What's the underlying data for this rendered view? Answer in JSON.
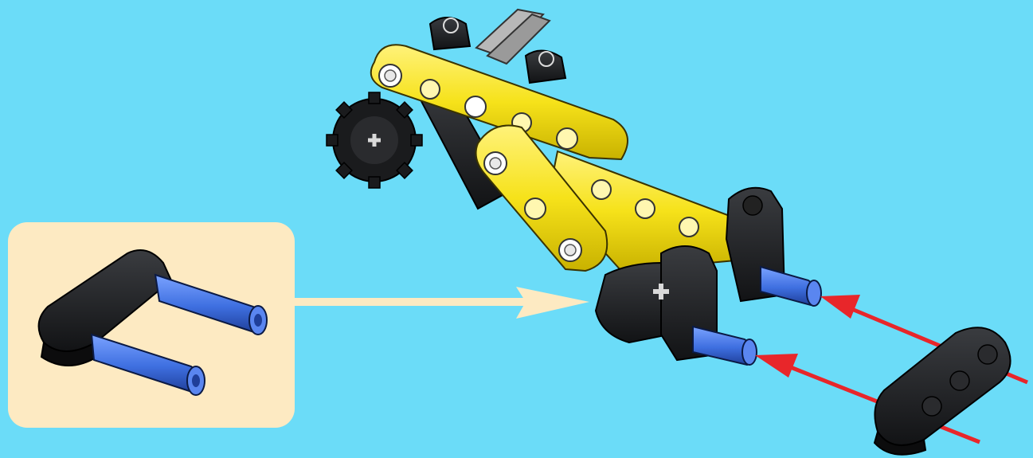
{
  "scene": {
    "type": "assembly-instruction-step",
    "colors": {
      "background": "#6bdcf8",
      "callout_panel": "#fdeac2",
      "callout_arrow": "#fdeac2",
      "insert_arrow": "#e8262a",
      "yellow_beam": "#f6e21a",
      "black_part": "#1e1f22",
      "blue_pin": "#3e6fe0",
      "gray_axle": "#9a9a9a"
    },
    "callout": {
      "contents": "blue-pins-in-black-connector",
      "pin_count": 2
    },
    "assembly": {
      "beams": 3,
      "gear": "black-gear",
      "pins_inserted": 2,
      "arrow_count": 2
    }
  }
}
